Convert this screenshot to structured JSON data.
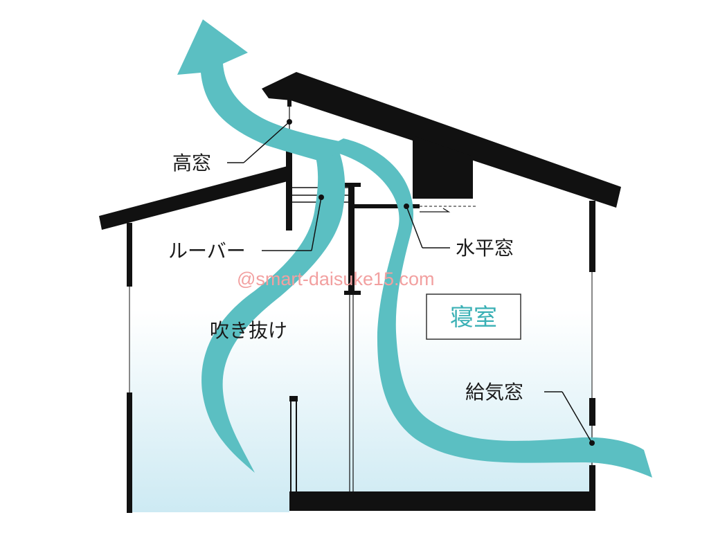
{
  "labels": {
    "high_window": "高窓",
    "louver": "ルーバー",
    "horizontal_window": "水平窓",
    "atrium": "吹き抜け",
    "bedroom": "寝室",
    "supply_window": "給気窓"
  },
  "watermark": "@smart-daisuke15.com",
  "colors": {
    "airflow": "#5bbfc2",
    "structure": "#111111",
    "room_label": "#3ab0b5",
    "watermark": "#f2a0a0",
    "interior_gradient_top": "#ffffff",
    "interior_gradient_bottom": "#cdeaf3"
  }
}
